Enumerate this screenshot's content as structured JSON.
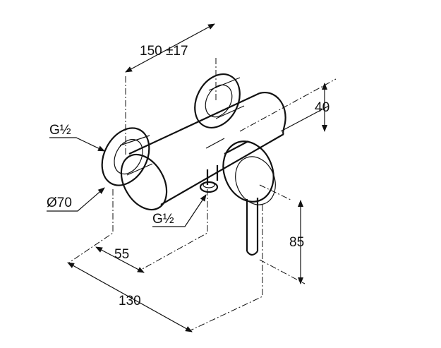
{
  "drawing": {
    "dimensions": {
      "width": "150 ±17",
      "height_top": "40",
      "thread_left": "G½",
      "diameter": "Ø70",
      "thread_bottom": "G½",
      "offset": "55",
      "depth": "130",
      "height_lever": "85"
    },
    "colors": {
      "line": "#111111",
      "background": "#ffffff"
    }
  }
}
